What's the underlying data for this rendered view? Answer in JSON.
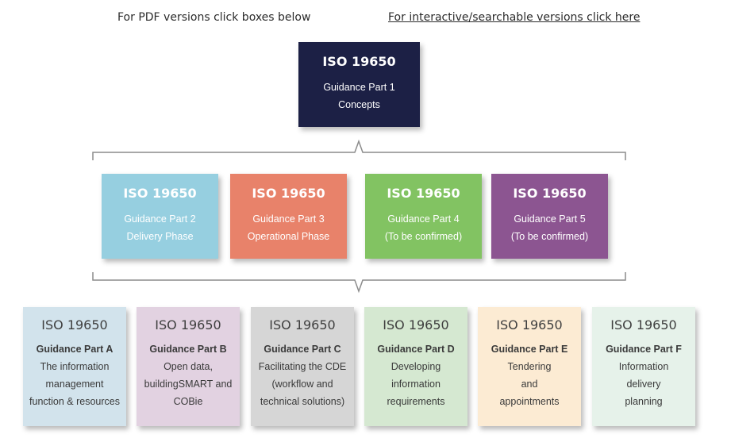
{
  "header": {
    "pdf_note": "For PDF versions click boxes below",
    "interactive_link": "For interactive/searchable versions click here"
  },
  "colors": {
    "part1": "#1c2045",
    "part2": "#96cfe0",
    "part3": "#e8826a",
    "part4": "#82c362",
    "part5": "#8c5591",
    "partA": "#d2e3ec",
    "partB": "#e2d2e1",
    "partC": "#d6d6d6",
    "partD": "#d5e8d1",
    "partE": "#fcebd3",
    "partF": "#e6f2ea",
    "brace": "#8c8c8c"
  },
  "level1": {
    "title": "ISO 19650",
    "line1": "Guidance Part 1",
    "line2": "Concepts"
  },
  "level2": [
    {
      "title": "ISO 19650",
      "line1": "Guidance Part 2",
      "line2": "Delivery Phase"
    },
    {
      "title": "ISO 19650",
      "line1": "Guidance Part 3",
      "line2": "Operational Phase"
    },
    {
      "title": "ISO 19650",
      "line1": "Guidance Part 4",
      "line2": "(To be confirmed)"
    },
    {
      "title": "ISO 19650",
      "line1": "Guidance Part 5",
      "line2": "(To be confirmed)"
    }
  ],
  "level3": [
    {
      "title": "ISO 19650",
      "subtitle": "Guidance Part A",
      "line1": "The information",
      "line2": "management",
      "line3": "function & resources"
    },
    {
      "title": "ISO 19650",
      "subtitle": "Guidance Part B",
      "line1": "Open data,",
      "line2": "buildingSMART and",
      "line3": "COBie"
    },
    {
      "title": "ISO 19650",
      "subtitle": "Guidance Part C",
      "line1": "Facilitating the CDE",
      "line2": "(workflow and",
      "line3": "technical solutions)"
    },
    {
      "title": "ISO 19650",
      "subtitle": "Guidance Part D",
      "line1": "Developing",
      "line2": "information",
      "line3": "requirements"
    },
    {
      "title": "ISO 19650",
      "subtitle": "Guidance Part E",
      "line1": "Tendering",
      "line2": "and",
      "line3": "appointments"
    },
    {
      "title": "ISO 19650",
      "subtitle": "Guidance Part F",
      "line1": "Information",
      "line2": "delivery",
      "line3": "planning"
    }
  ]
}
